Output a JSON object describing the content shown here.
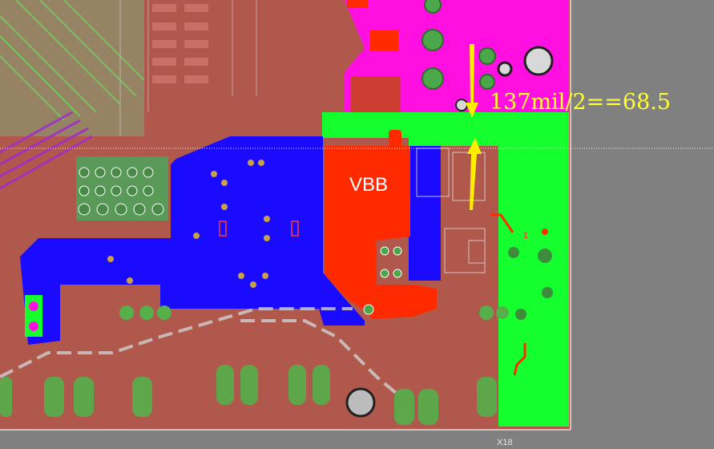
{
  "labels": {
    "net_name": "VBB",
    "dimension": "137mil/2==68.5",
    "ref_small": "1",
    "board_ref": "X18"
  },
  "icons": {
    "arrow_down": "arrow-down-icon",
    "arrow_up": "arrow-up-icon"
  },
  "colors": {
    "background": "#808080",
    "board": "#b0584c",
    "blue_pour": "#1a0bff",
    "green_pour": "#15ff2e",
    "red_pour": "#ff2a00",
    "magenta_pour": "#ff10e0",
    "arrow": "#ffee00",
    "via": "#55b04a"
  }
}
